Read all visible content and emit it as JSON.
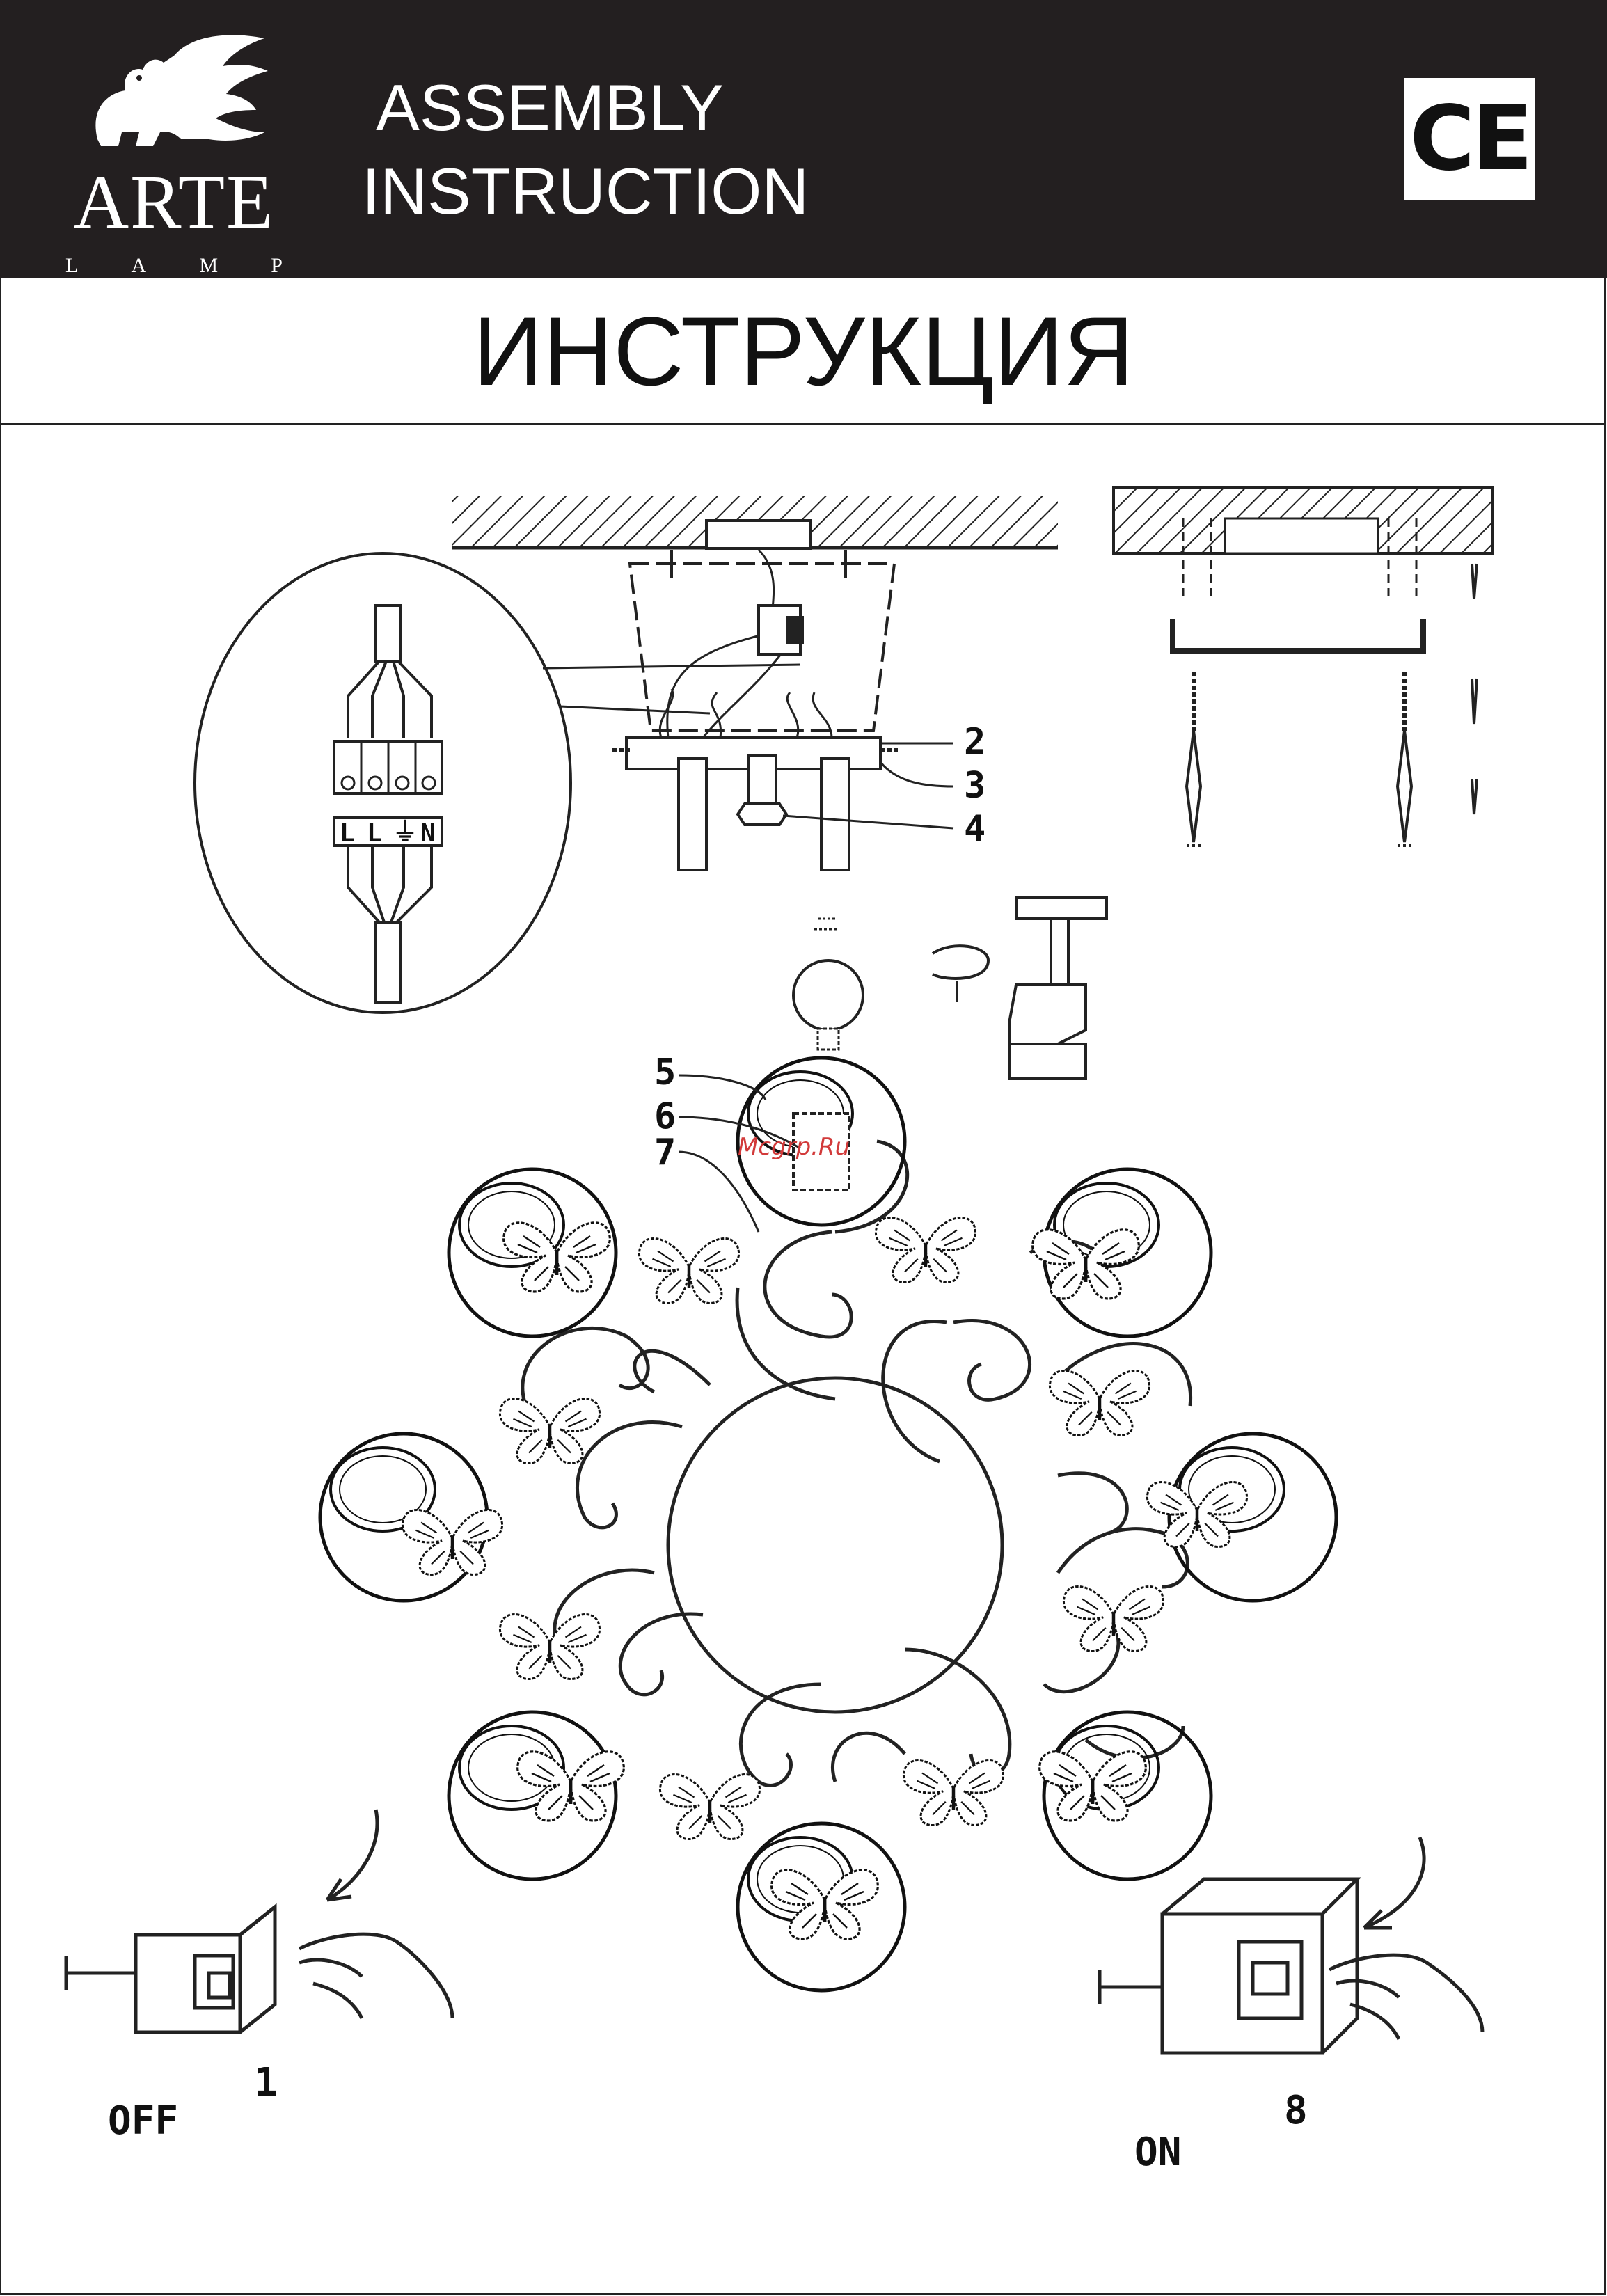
{
  "header": {
    "logo_word": "ARTE",
    "logo_letters": [
      "L",
      "A",
      "M",
      "P"
    ],
    "title_line1": "ASSEMBLY",
    "title_line2": "INSTRUCTION",
    "ce_mark": "CE"
  },
  "title_ru": "ИНСТРУКЦИЯ",
  "terminal_labels": [
    "L",
    "L",
    "⏚",
    "N"
  ],
  "part_numbers": {
    "p2": "2",
    "p3": "3",
    "p4": "4",
    "p5": "5",
    "p6": "6",
    "p7": "7"
  },
  "step_off": {
    "label": "OFF",
    "number": "1"
  },
  "step_on": {
    "label": "ON",
    "number": "8"
  },
  "watermark": "Mcgrp.Ru",
  "icons": [
    "lion-logo-icon",
    "ce-mark-icon",
    "switch-icon",
    "hand-icon",
    "arrow-icon"
  ]
}
